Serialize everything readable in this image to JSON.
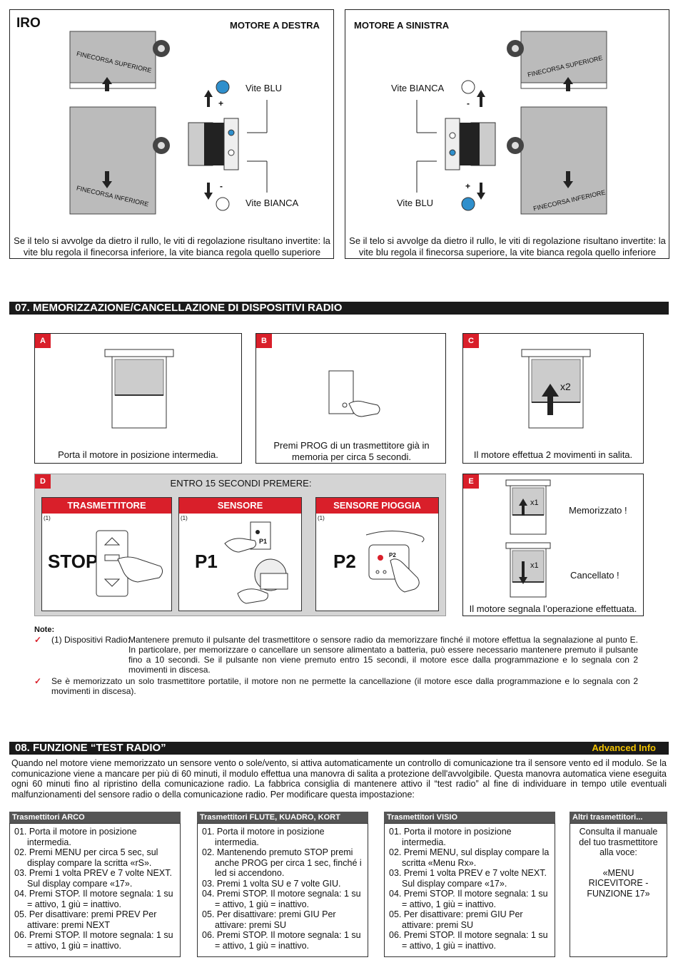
{
  "top": {
    "brand": "IRO",
    "right_panel": {
      "title": "MOTORE A DESTRA",
      "upper_label": "FINECORSA SUPERIORE",
      "lower_label": "FINECORSA INFERIORE",
      "screw_top": "Vite BLU",
      "screw_bottom": "Vite BIANCA",
      "note": "Se il telo si avvolge da dietro il rullo, le viti di regolazione risultano invertite: la vite blu regola il finecorsa inferiore, la vite bianca regola quello superiore"
    },
    "left_panel": {
      "title": "MOTORE A SINISTRA",
      "upper_label": "FINECORSA SUPERIORE",
      "lower_label": "FINECORSA INFERIORE",
      "screw_top": "Vite BIANCA",
      "screw_bottom": "Vite BLU",
      "note": "Se il telo si avvolge da dietro il rullo, le viti di regolazione risultano invertite: la vite blu regola il finecorsa superiore, la vite bianca regola quello inferiore"
    },
    "signs": {
      "plus": "+",
      "minus": "-"
    }
  },
  "section07": {
    "title": "07. MEMORIZZAZIONE/CANCELLAZIONE DI DISPOSITIVI RADIO",
    "A": {
      "badge": "A",
      "caption": "Porta il motore in posizione intermedia."
    },
    "B": {
      "badge": "B",
      "caption": "Premi PROG di un trasmettitore già in memoria per circa 5 secondi."
    },
    "C": {
      "badge": "C",
      "caption": "Il motore effettua 2 movimenti in salita.",
      "count": "x2"
    },
    "D": {
      "badge": "D",
      "heading": "ENTRO 15 SECONDI PREMERE:",
      "cards": [
        {
          "title": "TRASMETTITORE",
          "note": "(1)",
          "code": "STOP"
        },
        {
          "title": "SENSORE",
          "note": "(1)",
          "code": "P1",
          "button": "P1"
        },
        {
          "title": "SENSORE PIOGGIA",
          "note": "(1)",
          "code": "P2",
          "button": "P2"
        }
      ]
    },
    "E": {
      "badge": "E",
      "up_count": "x1",
      "down_count": "x1",
      "memorized": "Memorizzato !",
      "deleted": "Cancellato !",
      "caption": "Il motore segnala l’operazione effettuata."
    },
    "notes": {
      "label": "Note:",
      "n1_lead": "(1) Dispositivi Radio:",
      "n1_text": "Mantenere premuto il pulsante del trasmettitore o sensore radio da memorizzare finché il motore effettua la segnalazione al punto E. In particolare, per memorizzare o cancellare un sensore alimentato a batteria, può essere necessario mantenere premuto il pulsante fino a 10 secondi. Se il pulsante non viene premuto entro 15 secondi, il motore esce dalla programmazione e lo segnala con 2 movimenti in discesa.",
      "n2_text": "Se è memorizzato un solo trasmettitore portatile, il motore non ne permette la cancellazione (il motore esce dalla programmazione e lo segnala con 2 movimenti in discesa)."
    }
  },
  "section08": {
    "title": "08. FUNZIONE “TEST RADIO”",
    "advanced": "Advanced Info",
    "intro": "Quando nel motore viene memorizzato un sensore vento o sole/vento, si attiva automaticamente un controllo di comunicazione tra il sensore vento ed il modulo. Se la comunicazione viene a mancare per più di 60 minuti, il modulo effettua una manovra di salita a protezione dell'avvolgibile. Questa manovra automatica viene eseguita ogni 60 minuti fino al ripristino della comunicazione radio. La fabbrica consiglia di mantenere attivo il “test radio” al fine di individuare in tempo utile eventuali malfunzionamenti del sensore radio o della comunicazione radio. Per modificare questa impostazione:",
    "columns": [
      {
        "title": "Trasmettitori ARCO",
        "steps": [
          "01. Porta il motore in posizione intermedia.",
          "02. Premi MENU per circa 5 sec, sul display compare la scritta «rS».",
          "03. Premi 1 volta PREV e 7 volte NEXT. Sul display compare «17».",
          "04. Premi STOP. Il motore segnala: 1 su = attivo, 1 giù = inattivo.",
          "05. Per disattivare: premi PREV Per attivare: premi NEXT",
          "06. Premi STOP. Il motore segnala: 1 su = attivo, 1 giù = inattivo."
        ]
      },
      {
        "title": "Trasmettitori FLUTE, KUADRO, KORT",
        "steps": [
          "01. Porta il motore in posizione intermedia.",
          "02. Mantenendo premuto STOP premi anche PROG per circa 1 sec, finché i led si accendono.",
          "03. Premi 1 volta SU e 7 volte GIU.",
          "04. Premi STOP. Il motore segnala: 1 su = attivo, 1 giù = inattivo.",
          "05. Per disattivare: premi GIU Per attivare: premi SU",
          "06. Premi STOP. Il motore segnala: 1 su = attivo, 1 giù = inattivo."
        ]
      },
      {
        "title": "Trasmettitori VISIO",
        "steps": [
          "01. Porta il motore in posizione intermedia.",
          "02. Premi MENU, sul display compare la scritta «Menu Rx».",
          "03. Premi 1 volta PREV e 7 volte NEXT. Sul display compare «17».",
          "04. Premi STOP. Il motore segnala: 1 su = attivo, 1 giù = inattivo.",
          "05. Per disattivare: premi GIU Per attivare: premi SU",
          "06. Premi STOP. Il motore segnala: 1 su = attivo, 1 giù = inattivo."
        ]
      }
    ],
    "other": {
      "title": "Altri trasmettitori...",
      "text1": "Consulta il manuale del tuo trasmettitore alla voce:",
      "text2": "«MENU RICEVITORE - FUNZIONE 17»"
    }
  }
}
